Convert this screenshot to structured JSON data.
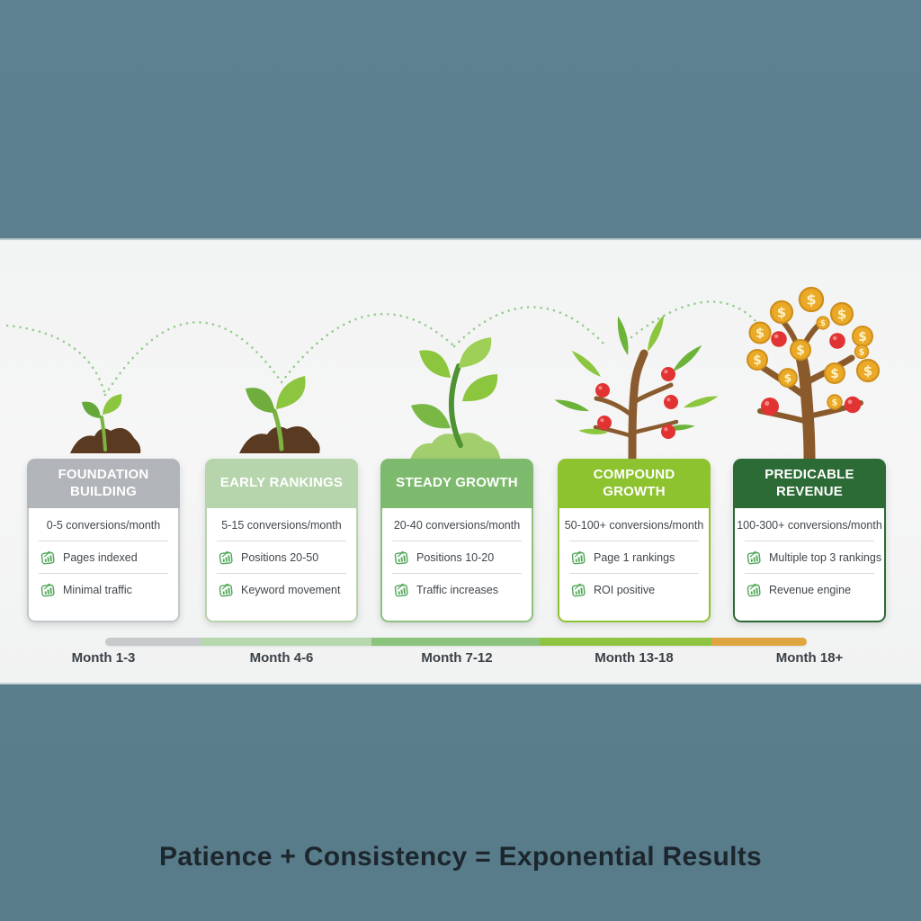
{
  "headline": {
    "text": "Patience + Consistency = Exponential Results"
  },
  "stages": [
    {
      "title": "FOUNDATION BUILDING",
      "conversions": "0-5 conversions/month",
      "metrics": [
        "Pages indexed",
        "Minimal traffic"
      ],
      "month": "Month 1-3",
      "header_color": "#b1b5b9",
      "timeline_color": "#c6cacd",
      "illustration": "seed-sprout"
    },
    {
      "title": "EARLY RANKINGS",
      "conversions": "5-15 conversions/month",
      "metrics": [
        "Positions 20-50",
        "Keyword movement"
      ],
      "month": "Month 4-6",
      "header_color": "#b6d5ac",
      "timeline_color": "#b7d8ae",
      "illustration": "seedling"
    },
    {
      "title": "STEADY GROWTH",
      "conversions": "20-40 conversions/month",
      "metrics": [
        "Positions 10-20",
        "Traffic increases"
      ],
      "month": "Month 7-12",
      "header_color": "#7eba6e",
      "timeline_color": "#8cc47d",
      "illustration": "young-plant"
    },
    {
      "title": "COMPOUND GROWTH",
      "conversions": "50-100+ conversions/month",
      "metrics": [
        "Page 1 rankings",
        "ROI positive"
      ],
      "month": "Month 13-18",
      "header_color": "#8dc32e",
      "timeline_color": "#8ec441",
      "illustration": "fruit-tree"
    },
    {
      "title": "PREDICABLE REVENUE",
      "conversions": "100-300+ conversions/month",
      "metrics": [
        "Multiple top 3 rankings",
        "Revenue engine"
      ],
      "month": "Month 18+",
      "header_color": "#2d6b36",
      "timeline_color": "#dfa640",
      "illustration": "money-tree"
    }
  ],
  "palette": {
    "background": "#5c8090",
    "band": "#f4f4f4",
    "arc_dots": "#7fc475",
    "metric_icon": "#53a85b",
    "headline_text": "#1c262c"
  }
}
